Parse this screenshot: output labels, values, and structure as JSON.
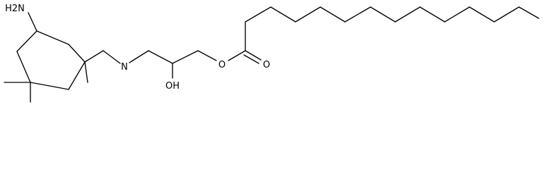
{
  "diagram": {
    "type": "chemical-structure",
    "atom_labels": {
      "amine_top": "H2N",
      "amine_secondary": "N",
      "hydroxyl": "OH",
      "ester_oxygen": "O",
      "carbonyl_oxygen": "O"
    },
    "colors": {
      "bond": "#000000",
      "text": "#000000",
      "background": "#ffffff"
    }
  }
}
